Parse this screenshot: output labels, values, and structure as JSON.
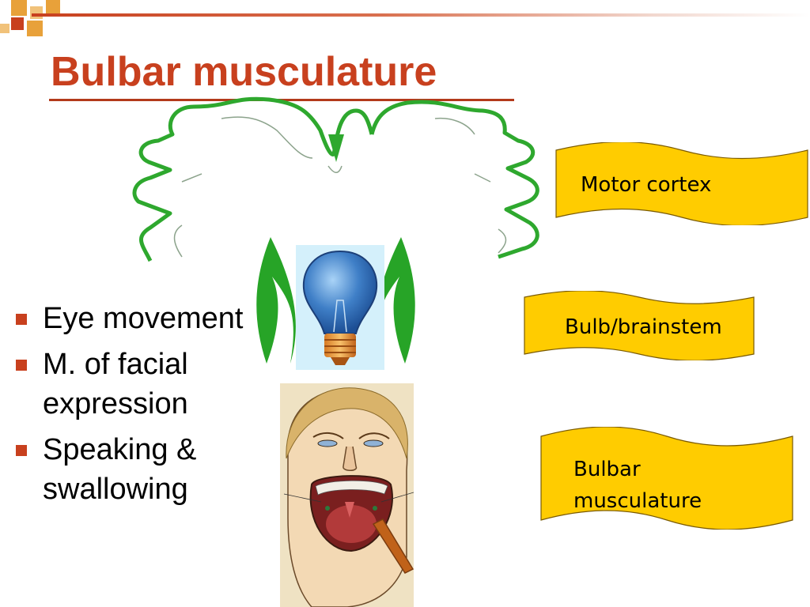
{
  "slide": {
    "title": "Bulbar musculature",
    "accent_color": "#c8401e",
    "banner_color": "#ffcc00",
    "brain_outline_color": "#2ea82e"
  },
  "bullets": [
    {
      "text": "Eye movement"
    },
    {
      "text": "M. of facial expression"
    },
    {
      "text": "Speaking & swallowing"
    }
  ],
  "banners": [
    {
      "text": "Motor cortex"
    },
    {
      "text": "Bulb/brainstem"
    },
    {
      "line1": "Bulbar",
      "line2": "musculature"
    }
  ],
  "icons": [
    "decorative-squares-icon",
    "brain-outline-icon",
    "light-bulb-icon",
    "open-mouth-illustration-icon"
  ]
}
